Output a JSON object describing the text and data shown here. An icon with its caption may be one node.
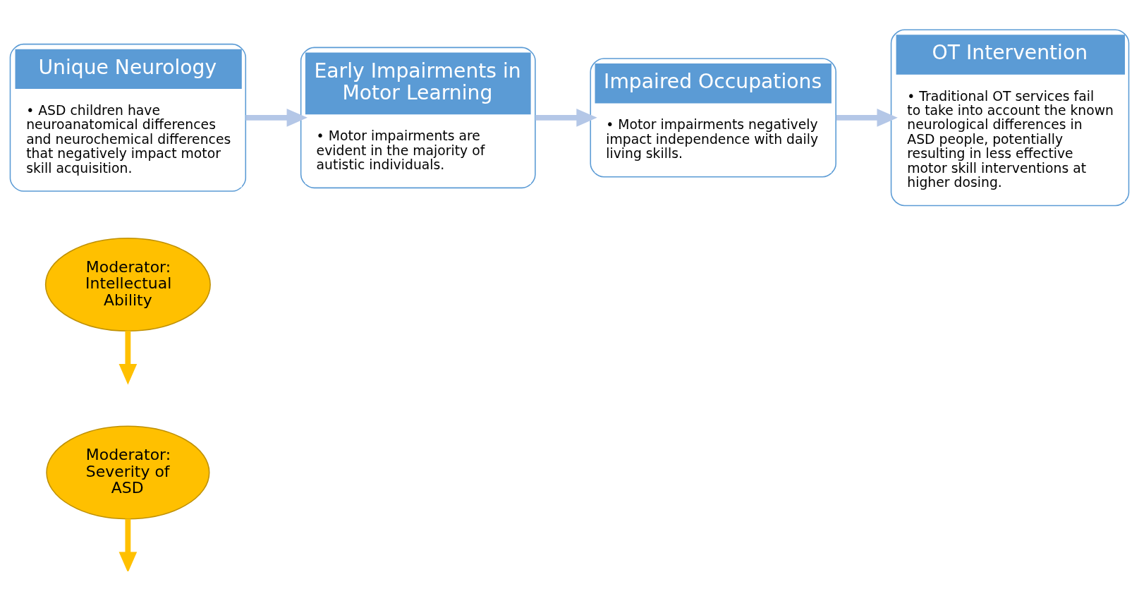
{
  "diagram": {
    "nodes": [
      {
        "text": [
          "Moderator: Intellectual Ability"
        ]
      },
      {
        "text": [
          "Unique Neurology",
          "• ASD children have neuroanatomical differences and neurochemical differences that negatively impact motor skill acquisition."
        ]
      },
      {
        "text": [
          "Early Impairments in Motor Learning",
          "• Motor impairments are evident in the majority of autistic individuals."
        ]
      },
      {
        "text": [
          "Impaired Occupations",
          "• Motor impairments negatively impact independence with daily living skills."
        ]
      },
      {
        "text": [
          "OT Intervention",
          "• Traditional OT services fail to take into account the known neurological differences in ASD people, potentially resulting in less effective motor skill interventions at higher dosing."
        ]
      },
      {
        "text": [
          "Moderator: Severity of ASD"
        ]
      }
    ],
    "edges": [
      {
        "from": 1,
        "to": 2,
        "arrow": "to"
      },
      {
        "from": 2,
        "to": 3,
        "arrow": "to"
      },
      {
        "from": 3,
        "to": 4,
        "arrow": "to"
      },
      {
        "from": 0,
        "to": null,
        "arrow": "to",
        "color": "#ffc000"
      },
      {
        "from": 5,
        "to": null,
        "arrow": "to",
        "color": "#ffc000"
      }
    ]
  }
}
